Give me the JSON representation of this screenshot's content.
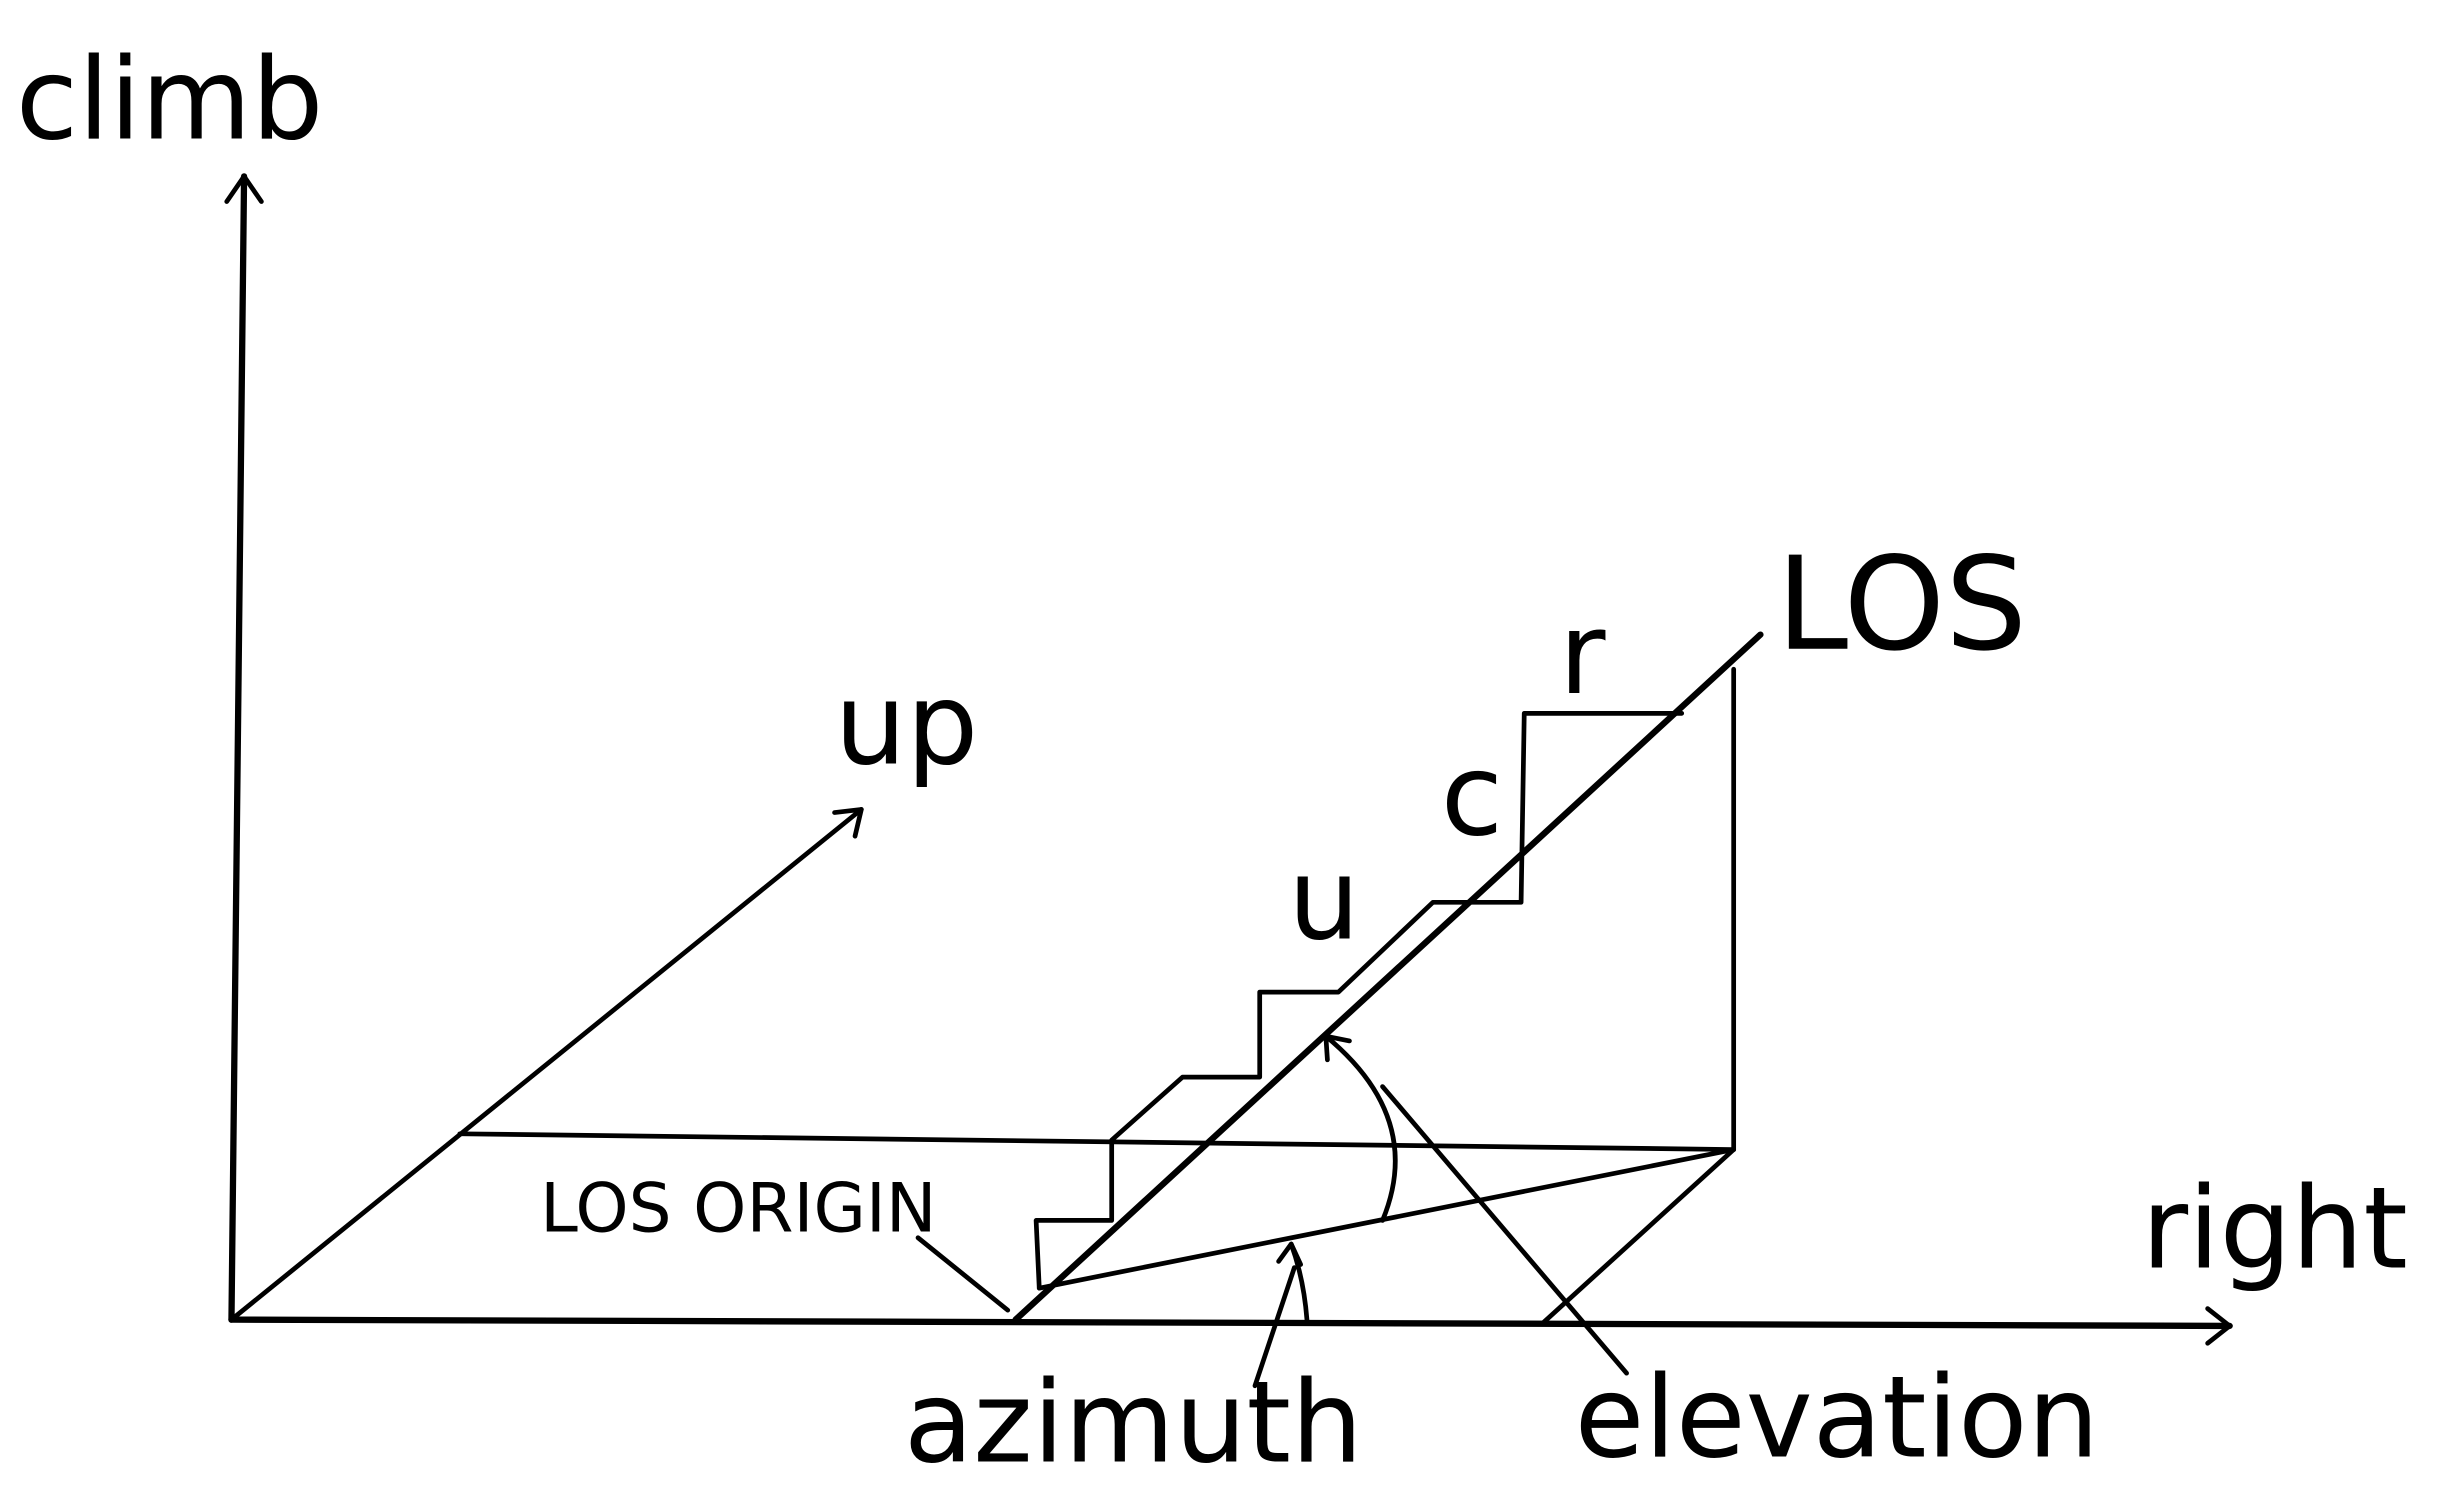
{
  "labels": {
    "climb": "climb",
    "up": "up",
    "right": "right",
    "los": "LOS",
    "los_origin": "LOS ORIGIN",
    "azimuth": "azimuth",
    "elevation": "elevation",
    "u": "u",
    "c": "c",
    "r": "r"
  }
}
